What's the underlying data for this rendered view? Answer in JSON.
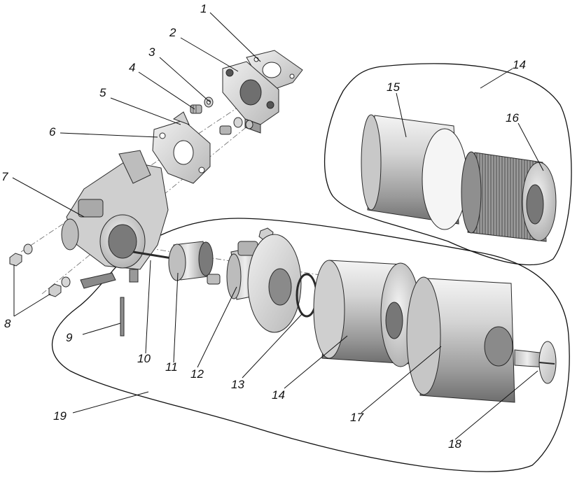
{
  "figure": {
    "type": "exploded-assembly-drawing",
    "callouts": [
      {
        "id": "c1",
        "label": "1"
      },
      {
        "id": "c2",
        "label": "2"
      },
      {
        "id": "c3",
        "label": "3"
      },
      {
        "id": "c4",
        "label": "4"
      },
      {
        "id": "c5",
        "label": "5"
      },
      {
        "id": "c6",
        "label": "6"
      },
      {
        "id": "c7",
        "label": "7"
      },
      {
        "id": "c8",
        "label": "8"
      },
      {
        "id": "c9",
        "label": "9"
      },
      {
        "id": "c10",
        "label": "10"
      },
      {
        "id": "c11",
        "label": "11"
      },
      {
        "id": "c12",
        "label": "12"
      },
      {
        "id": "c13",
        "label": "13"
      },
      {
        "id": "c14a",
        "label": "14"
      },
      {
        "id": "c14b",
        "label": "14"
      },
      {
        "id": "c15",
        "label": "15"
      },
      {
        "id": "c16",
        "label": "16"
      },
      {
        "id": "c17",
        "label": "17"
      },
      {
        "id": "c18",
        "label": "18"
      },
      {
        "id": "c19",
        "label": "19"
      }
    ]
  },
  "colors": {
    "metal_light": "#e6e6e6",
    "metal_mid": "#bdbdbd",
    "metal_dark": "#7a7a7a",
    "outline": "#2a2a2a",
    "filter_pleat": "#6c6c6c"
  }
}
